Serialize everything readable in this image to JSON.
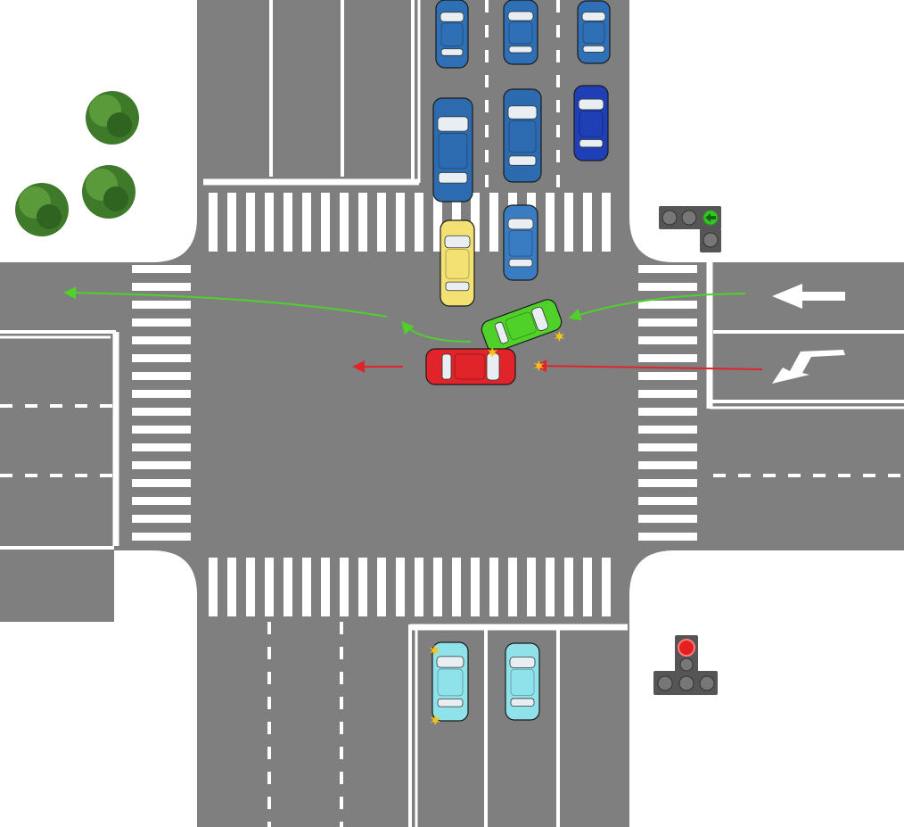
{
  "scene": {
    "colors": {
      "background": "#ffffff",
      "asphalt": "#7f7f7f",
      "asphalt_dark": "#6f6f6f",
      "marking": "#ffffff",
      "tree": "#3f7a2a"
    },
    "maneuvers": [
      {
        "name": "green-car-left-turn",
        "color": "#4fd12a"
      },
      {
        "name": "red-car-straight",
        "color": "#e0242a"
      }
    ],
    "lane_arrows": [
      "left-turn-arrow",
      "left-or-straight-arrow"
    ],
    "traffic_lights": [
      {
        "name": "right-turn-signal-light",
        "active": "green-arrow"
      },
      {
        "name": "bottom-traffic-light",
        "active": "red"
      }
    ],
    "vehicles": [
      {
        "name": "blue-sedan-1",
        "color": "#2e6fb5"
      },
      {
        "name": "blue-sedan-2",
        "color": "#2e6fb5"
      },
      {
        "name": "blue-sedan-3",
        "color": "#2e6fb5"
      },
      {
        "name": "blue-van-1",
        "color": "#2c6bb0"
      },
      {
        "name": "blue-van-2",
        "color": "#2c6bb0"
      },
      {
        "name": "navy-car",
        "color": "#1f3fb7"
      },
      {
        "name": "yellow-car",
        "color": "#f3e173"
      },
      {
        "name": "blue-car-near-crosswalk",
        "color": "#3a7cc2"
      },
      {
        "name": "green-car",
        "color": "#4fd12a"
      },
      {
        "name": "red-car",
        "color": "#e0242a"
      },
      {
        "name": "cyan-car-1",
        "color": "#8fe1ea"
      },
      {
        "name": "cyan-car-2",
        "color": "#8fe1ea"
      }
    ]
  }
}
